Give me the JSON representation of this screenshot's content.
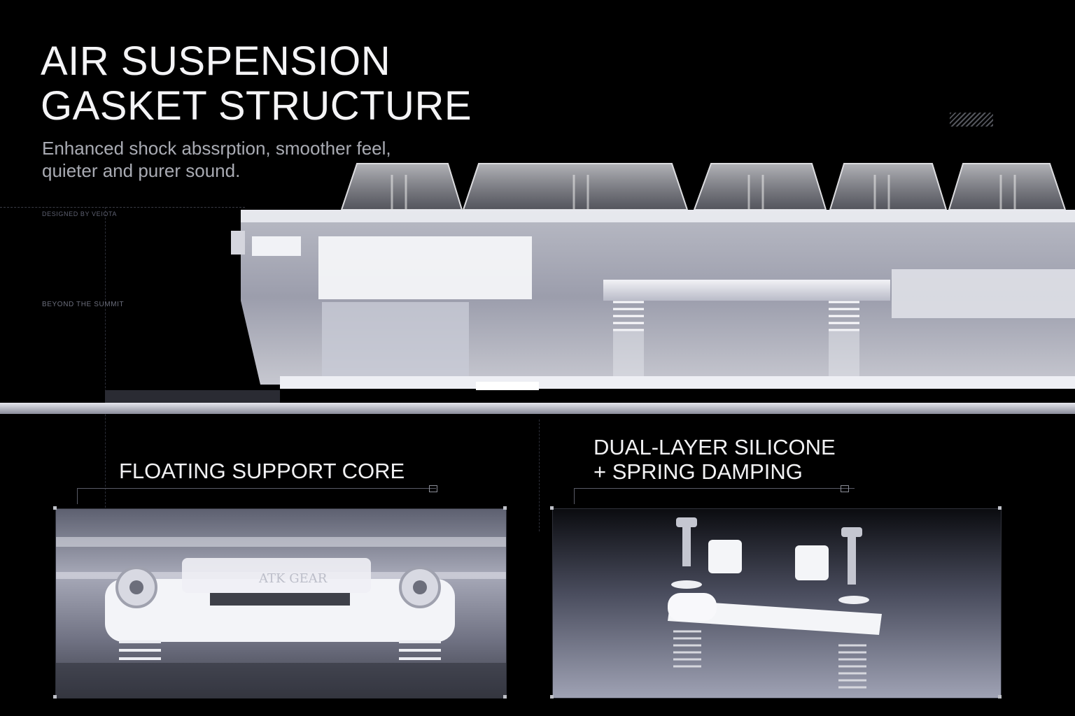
{
  "hero": {
    "title_line1": "AIR SUSPENSION",
    "title_line2": "GASKET STRUCTURE",
    "subtitle_line1": "Enhanced shock abssrption, smoother feel,",
    "subtitle_line2": "quieter and purer sound.",
    "designed_by": "DESIGNED BY VEIOTA",
    "tagline": "BEYOND THE SUMMIT"
  },
  "sections": {
    "left": {
      "label": "FLOATING SUPPORT CORE"
    },
    "right": {
      "label_line1": "DUAL-LAYER SILICONE",
      "label_line2": "+ SPRING DAMPING"
    }
  },
  "left_panel": {
    "engraving": "ATK GEAR"
  },
  "colors": {
    "background": "#000000",
    "title": "#f4f4f6",
    "subtitle": "#a9abb3",
    "accent_line": "#595b66"
  },
  "icons": [
    "hatch-pattern-icon",
    "bracket-corner-icon"
  ]
}
